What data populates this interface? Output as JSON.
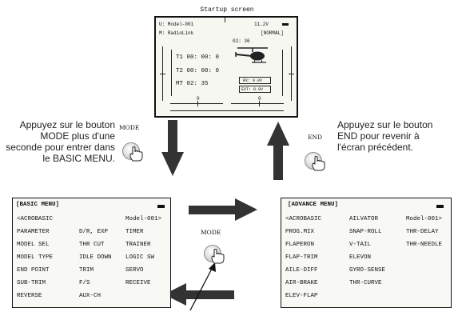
{
  "startup": {
    "title": "Startup screen",
    "model_line": "U: Model-001",
    "link_line": "M: RadioLink",
    "voltage": "11.2V",
    "mode_badge": "[NORMAL]",
    "top_timer": "02: 36",
    "timer1": "T1 00: 00: 0",
    "timer2": "T2 00: 00: 0",
    "timer3": "MT 02: 35",
    "rx_voltage": "RX: 0.0V",
    "ext_voltage": "EXT: 0.0V",
    "trim_center_label": "0"
  },
  "left_text": "Appuyez sur le bouton MODE plus d'une seconde pour entrer dans le BASIC MENU.",
  "right_text": "Appuyez sur le bouton END pour revenir à l'écran précédent.",
  "buttons": {
    "mode_top": "MODE",
    "end": "END",
    "mode_bottom": "MODE"
  },
  "basic_menu": {
    "title": "[BASIC MENU]",
    "rows": [
      [
        "<ACROBASIC",
        "",
        "Model-001>"
      ],
      [
        "PARAMETER",
        "D/R, EXP",
        "TIMER"
      ],
      [
        "MODEL SEL",
        "THR CUT",
        "TRAINER"
      ],
      [
        "MODEL TYPE",
        "IDLE DOWN",
        "LOGIC SW"
      ],
      [
        "END POINT",
        "TRIM",
        "SERVO"
      ],
      [
        "SUB-TRIM",
        "F/S",
        "RECEIVE"
      ],
      [
        "REVERSE",
        "AUX-CH",
        ""
      ]
    ]
  },
  "advance_menu": {
    "title": "[ADVANCE MENU]",
    "rows": [
      [
        "<ACROBASIC",
        "AILVATOR",
        "Model-001>"
      ],
      [
        "PROG.MIX",
        "SNAP-ROLL",
        "THR-DELAY"
      ],
      [
        "FLAPERON",
        "V-TAIL",
        "THR-NEEDLE"
      ],
      [
        "FLAP-TRIM",
        "ELEVON",
        ""
      ],
      [
        "AILE-DIFF",
        "GYRO-SENSE",
        ""
      ],
      [
        "AIR-BRAKE",
        "THR-CURVE",
        ""
      ],
      [
        "ELEV-FLAP",
        "",
        ""
      ]
    ]
  }
}
